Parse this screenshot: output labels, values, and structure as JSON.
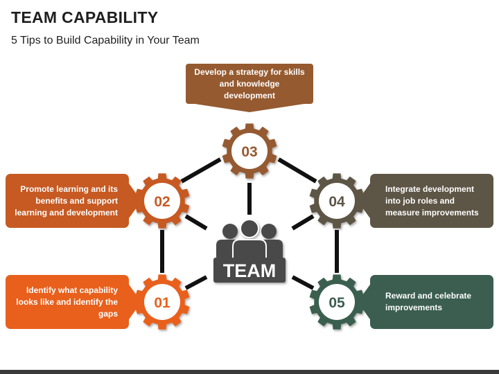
{
  "header": {
    "title": "TEAM CAPABILITY",
    "subtitle": "5 Tips to Build Capability in Your Team"
  },
  "center": {
    "label": "TEAM",
    "icon": "team-people-icon",
    "color": "#4a4a4a"
  },
  "steps": [
    {
      "id": "01",
      "text": "Identify what capability looks like and identify the gaps",
      "color": "#e8601c"
    },
    {
      "id": "02",
      "text": "Promote learning and its benefits and support learning and development",
      "color": "#c65a22"
    },
    {
      "id": "03",
      "text": "Develop a strategy for skills and knowledge development",
      "color": "#955a30"
    },
    {
      "id": "04",
      "text": "Integrate development into job roles and measure improvements",
      "color": "#5d5545"
    },
    {
      "id": "05",
      "text": "Reward and celebrate improvements",
      "color": "#3b5e50"
    }
  ],
  "connector_color": "#111111"
}
